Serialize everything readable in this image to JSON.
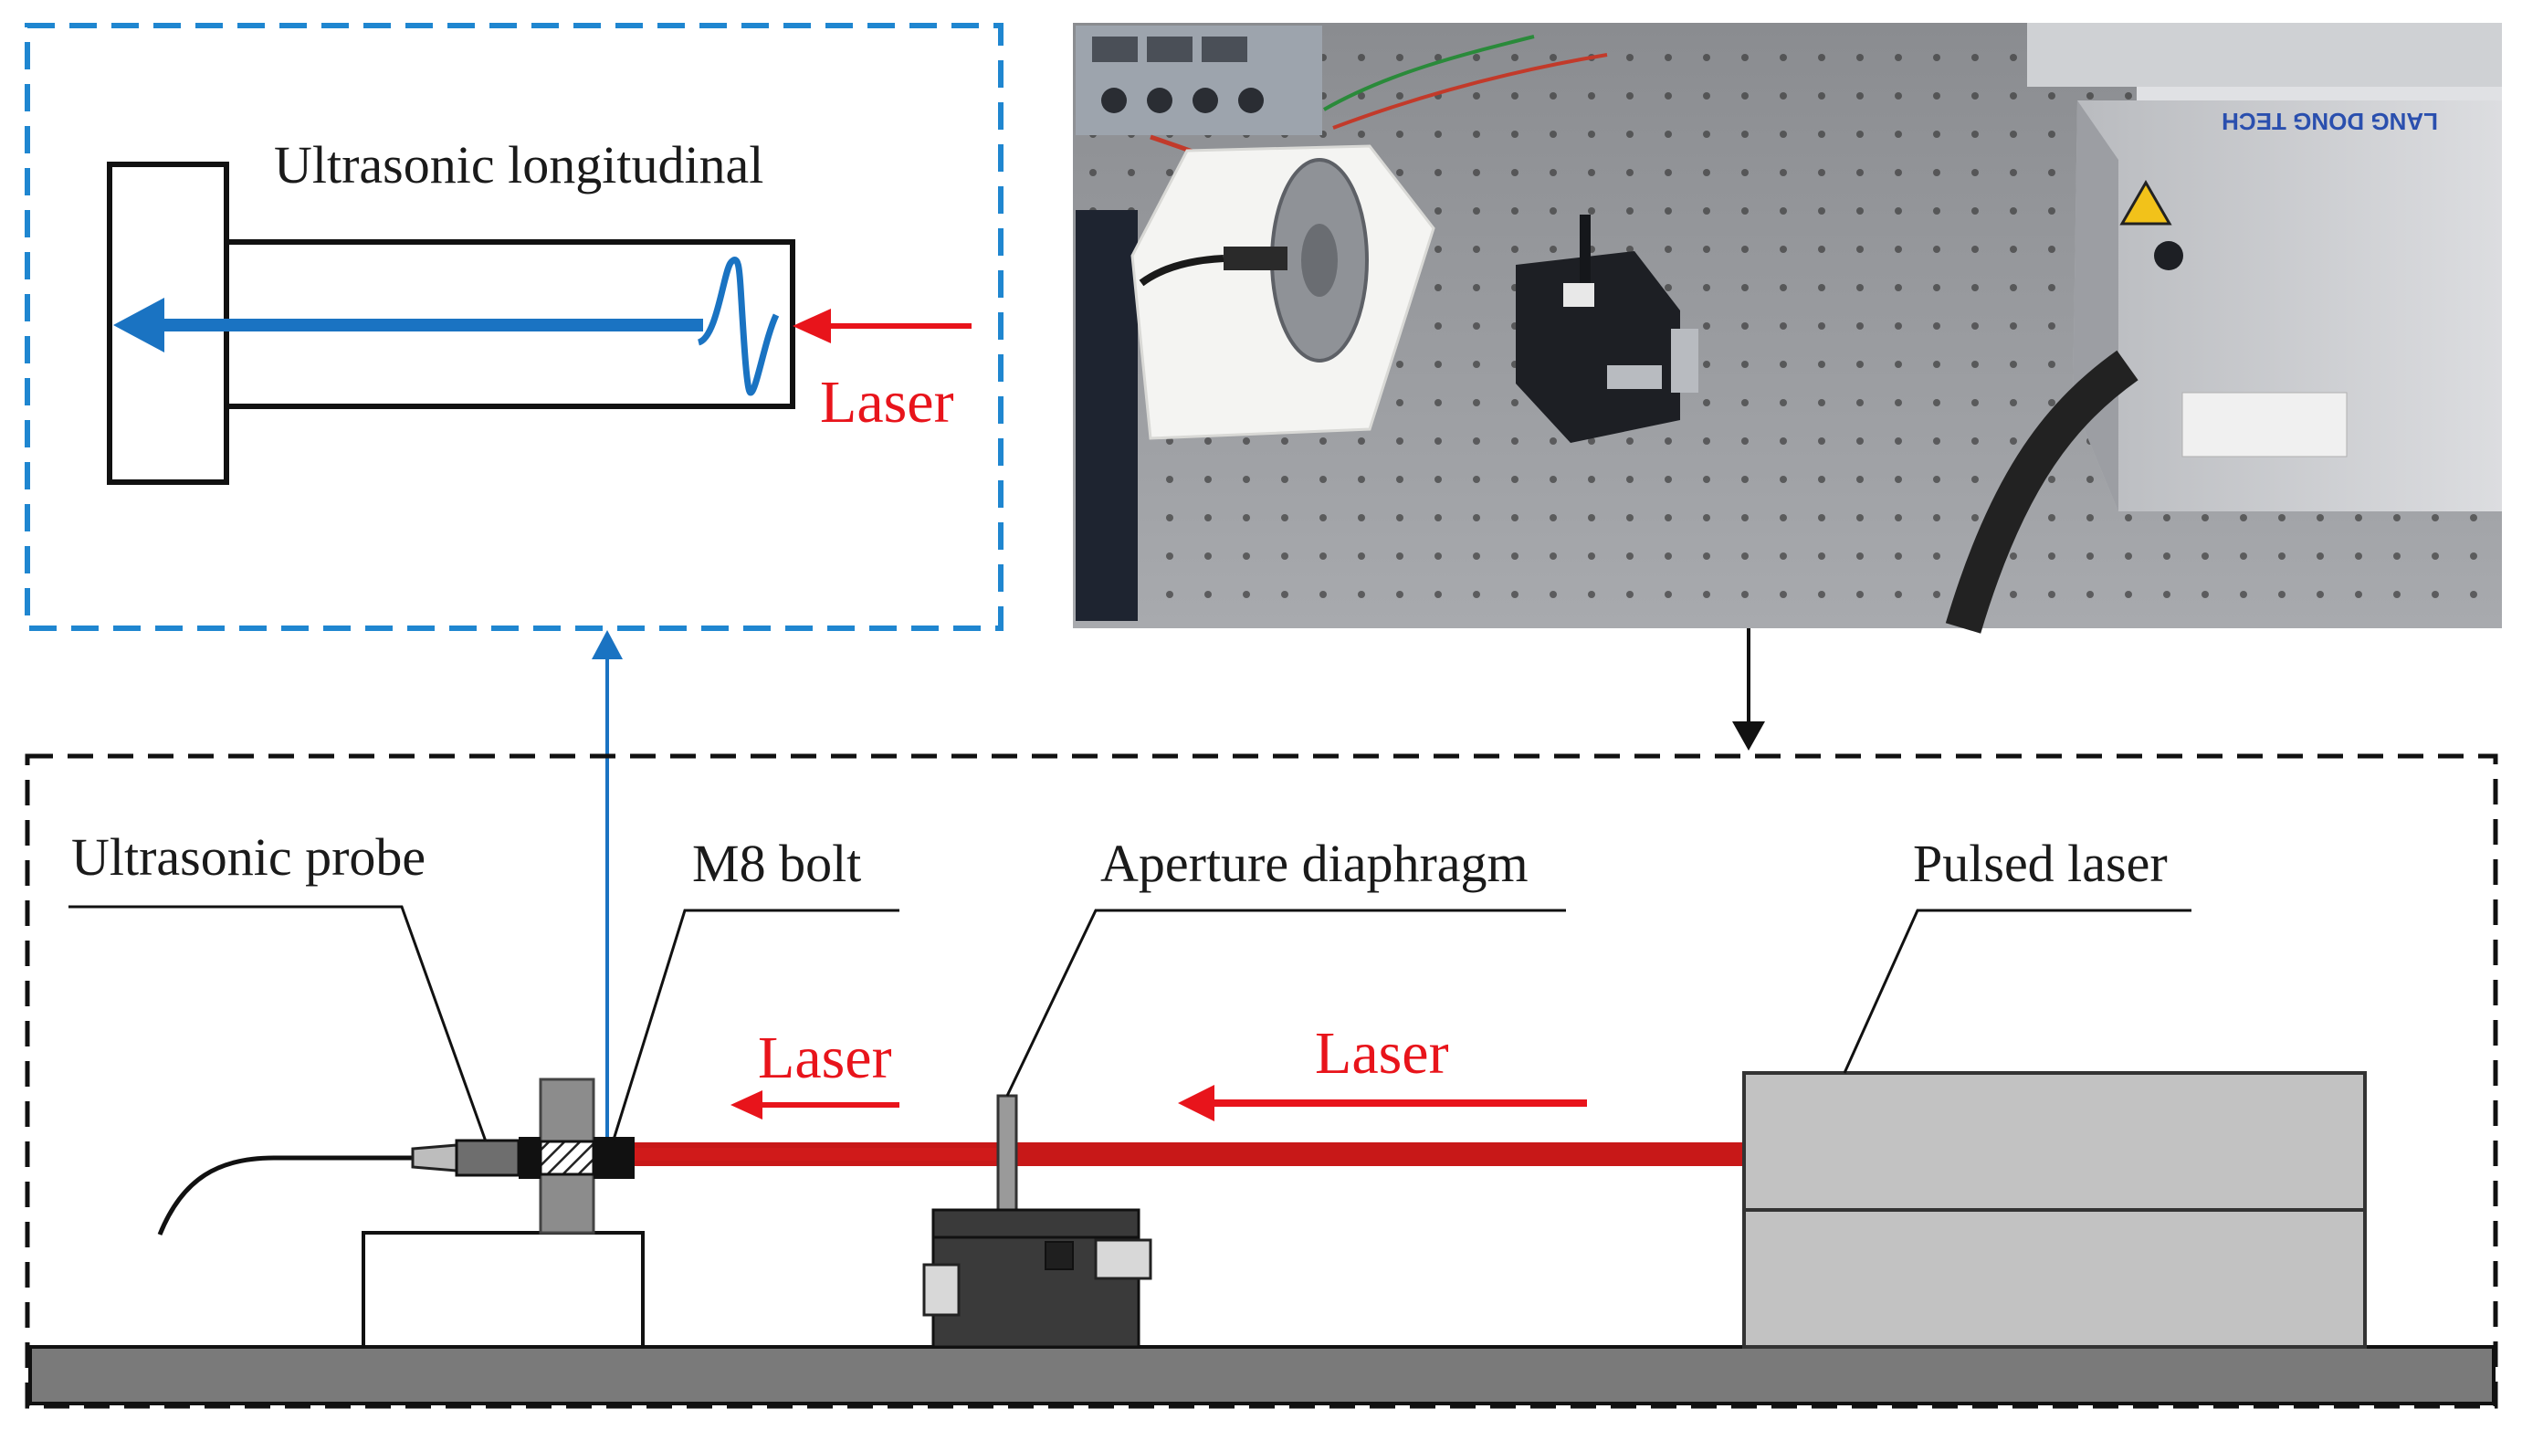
{
  "inset": {
    "title": "Ultrasonic longitudinal",
    "laser_label": "Laser"
  },
  "schematic": {
    "labels": {
      "probe": "Ultrasonic probe",
      "bolt": "M8 bolt",
      "diaphragm": "Aperture diaphragm",
      "pulsed_laser": "Pulsed laser",
      "laser_left": "Laser",
      "laser_right": "Laser"
    }
  },
  "photo": {
    "device_text": "LANG DONG TECH"
  },
  "colors": {
    "laser_red": "#e8141b",
    "beam_red": "#c81818",
    "wave_blue": "#1a73c2",
    "inset_border": "#1f86d0",
    "ground": "#7a7a7a",
    "laser_box": "#c2c2c2",
    "stage_dark": "#3a3a3a"
  }
}
